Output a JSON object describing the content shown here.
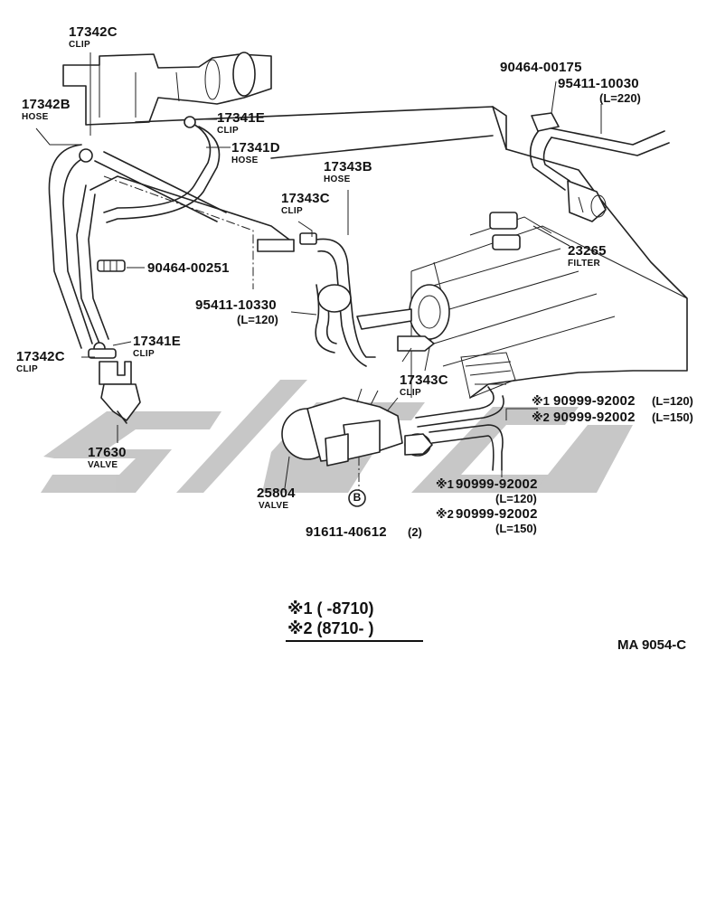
{
  "parts": {
    "clip_17342c_top": {
      "number": "17342C",
      "name": "CLIP"
    },
    "hose_17342b": {
      "number": "17342B",
      "name": "HOSE"
    },
    "clip_17341e_top": {
      "number": "17341E",
      "name": "CLIP"
    },
    "hose_17341d": {
      "number": "17341D",
      "name": "HOSE"
    },
    "clip_90464_00175": {
      "number": "90464-00175"
    },
    "hose_95411_10030": {
      "number": "95411-10030",
      "length": "(L=220)"
    },
    "hose_17343b": {
      "number": "17343B",
      "name": "HOSE"
    },
    "clip_17343c_top": {
      "number": "17343C",
      "name": "CLIP"
    },
    "clip_90464_00251": {
      "number": "90464-00251"
    },
    "filter_23265": {
      "number": "23265",
      "name": "FILTER"
    },
    "hose_95411_10330": {
      "number": "95411-10330",
      "length": "(L=120)"
    },
    "clip_17341e_bottom": {
      "number": "17341E",
      "name": "CLIP"
    },
    "clip_17342c_bottom": {
      "number": "17342C",
      "name": "CLIP"
    },
    "clip_17343c_bottom": {
      "number": "17343C",
      "name": "CLIP"
    },
    "valve_17630": {
      "number": "17630",
      "name": "VALVE"
    },
    "hose_90999_right_1": {
      "mark": "※1",
      "number": "90999-92002",
      "length": "(L=120)"
    },
    "hose_90999_right_2": {
      "mark": "※2",
      "number": "90999-92002",
      "length": "(L=150)"
    },
    "valve_25804": {
      "number": "25804",
      "name": "VALVE"
    },
    "hose_90999_bottom_1": {
      "mark": "※1",
      "number": "90999-92002",
      "length": "(L=120)"
    },
    "hose_90999_bottom_2": {
      "mark": "※2",
      "number": "90999-92002",
      "length": "(L=150)"
    },
    "bolt_91611_40612": {
      "number": "91611-40612",
      "qty": "(2)",
      "callout": "B"
    }
  },
  "legend": {
    "row1": "※1 (      -8710)",
    "row2": "※2 (8710-      )"
  },
  "diagram_code": "MA 9054-C"
}
